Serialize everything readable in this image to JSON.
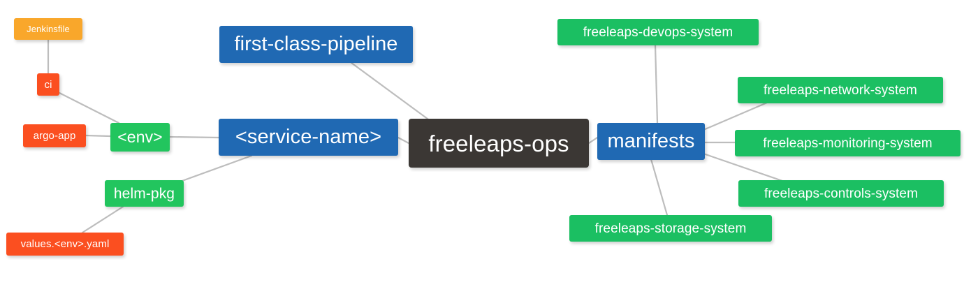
{
  "diagram": {
    "type": "mindmap",
    "title": "freeleaps-ops",
    "background": "#ffffff",
    "edge_color": "#bdbdbd",
    "palette": {
      "root": "#3b3734",
      "blue": "#2069b3",
      "green": "#22c55e",
      "green_alt": "#1bbf62",
      "red": "#fb4f20",
      "orange": "#f9a72b"
    }
  },
  "nodes": {
    "root": {
      "label": "freeleaps-ops"
    },
    "service_name": {
      "label": "<service-name>"
    },
    "first_class_pipeline": {
      "label": "first-class-pipeline"
    },
    "env": {
      "label": "<env>"
    },
    "ci": {
      "label": "ci"
    },
    "jenkinsfile": {
      "label": "Jenkinsfile"
    },
    "argo_app": {
      "label": "argo-app"
    },
    "helm_pkg": {
      "label": "helm-pkg"
    },
    "values_yaml": {
      "label": "values.<env>.yaml"
    },
    "manifests": {
      "label": "manifests"
    },
    "devops_system": {
      "label": "freeleaps-devops-system"
    },
    "network_system": {
      "label": "freeleaps-network-system"
    },
    "monitoring_system": {
      "label": "freeleaps-monitoring-system"
    },
    "controls_system": {
      "label": "freeleaps-controls-system"
    },
    "storage_system": {
      "label": "freeleaps-storage-system"
    }
  },
  "edges": [
    {
      "from": "root",
      "to": "service_name"
    },
    {
      "from": "root",
      "to": "first_class_pipeline"
    },
    {
      "from": "root",
      "to": "manifests"
    },
    {
      "from": "service_name",
      "to": "env"
    },
    {
      "from": "service_name",
      "to": "helm_pkg"
    },
    {
      "from": "env",
      "to": "ci"
    },
    {
      "from": "env",
      "to": "argo_app"
    },
    {
      "from": "ci",
      "to": "jenkinsfile"
    },
    {
      "from": "helm_pkg",
      "to": "values_yaml"
    },
    {
      "from": "manifests",
      "to": "devops_system"
    },
    {
      "from": "manifests",
      "to": "network_system"
    },
    {
      "from": "manifests",
      "to": "monitoring_system"
    },
    {
      "from": "manifests",
      "to": "controls_system"
    },
    {
      "from": "manifests",
      "to": "storage_system"
    }
  ]
}
